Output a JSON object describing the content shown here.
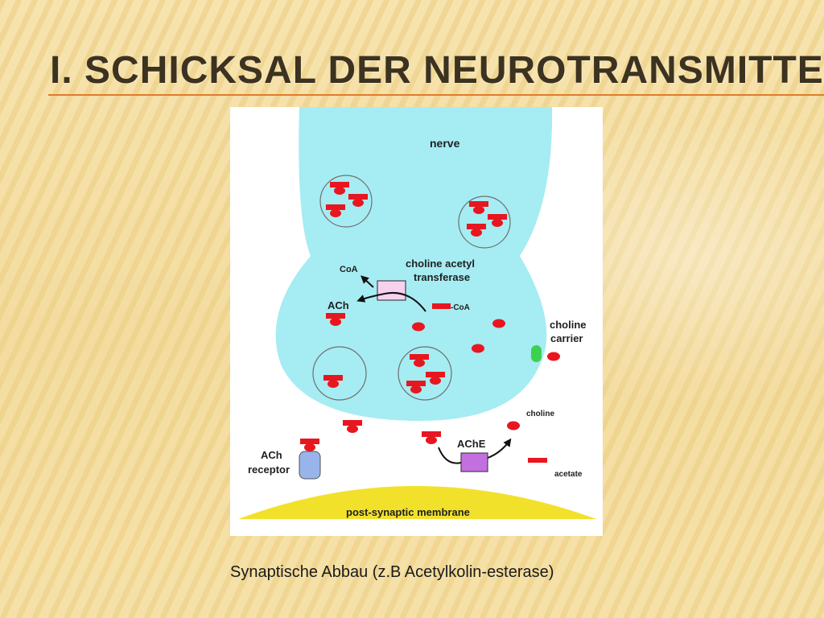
{
  "slide": {
    "title": "I. SCHICKSAL DER NEUROTRANSMITTER",
    "caption": "Synaptische Abbau (z.B Acetylkolin-esterase)",
    "colors": {
      "title": "#3c3220",
      "title_rule": "#e07b2a",
      "background": "#f4dc9f"
    }
  },
  "diagram": {
    "labels": {
      "nerve": "nerve",
      "enzyme_line1": "choline acetyl",
      "enzyme_line2": "transferase",
      "coa": "CoA",
      "ach": "ACh",
      "acetyl_coa": "-CoA",
      "choline_carrier_line1": "choline",
      "choline_carrier_line2": "carrier",
      "ach_receptor_line1": "ACh",
      "ach_receptor_line2": "receptor",
      "ache": "AChE",
      "choline": "choline",
      "acetate": "acetate",
      "membrane": "post-synaptic membrane"
    },
    "colors": {
      "nerve": "#a6ecf3",
      "vesicle_outline": "#6f6f6f",
      "molecule": "#e8161f",
      "enzyme_box": "#f7d2ee",
      "ache_box": "#c46fe0",
      "carrier": "#3dd14f",
      "receptor": "#98b4ea",
      "membrane": "#f2e12b"
    }
  }
}
